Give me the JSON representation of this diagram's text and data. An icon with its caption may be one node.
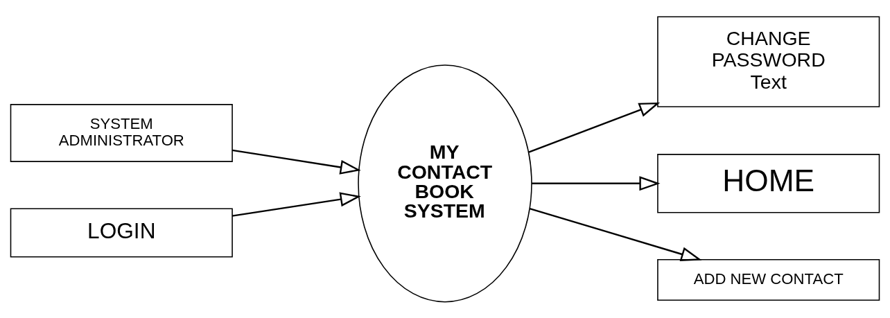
{
  "diagram": {
    "nodes": [
      {
        "text": [
          "SYSTEM ADMINISTRATOR"
        ]
      },
      {
        "text": [
          "LOGIN"
        ]
      },
      {
        "text": [
          "MY CONTACT BOOK SYSTEM"
        ]
      },
      {
        "text": [
          "CHANGE PASSWORD",
          "Text"
        ]
      },
      {
        "text": [
          "HOME"
        ]
      },
      {
        "text": [
          "ADD NEW CONTACT"
        ]
      }
    ],
    "edges": [
      {
        "from": 0,
        "to": 2,
        "arrow": "to"
      },
      {
        "from": 1,
        "to": 2,
        "arrow": "to"
      },
      {
        "from": 2,
        "to": 3,
        "arrow": "to"
      },
      {
        "from": 2,
        "to": 4,
        "arrow": "to"
      },
      {
        "from": 2,
        "to": 5,
        "arrow": "to"
      }
    ]
  }
}
